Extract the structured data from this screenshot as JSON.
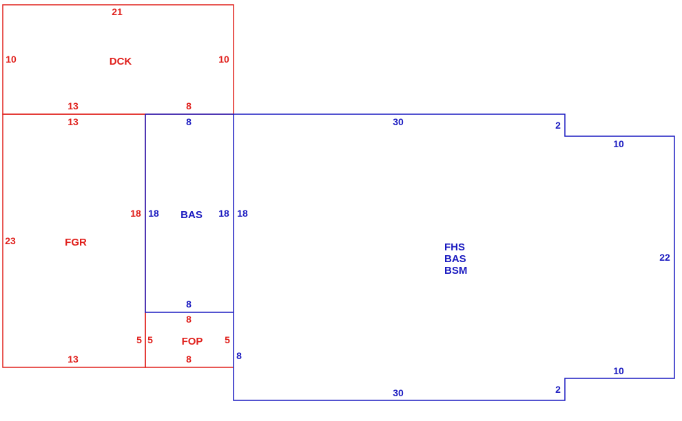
{
  "colors": {
    "red": "#e0201c",
    "blue": "#1a1ac0",
    "background": "#ffffff"
  },
  "areas": {
    "dck": {
      "label": "DCK",
      "top": "21",
      "left": "10",
      "right": "10",
      "bottom_left": "13",
      "bottom_right": "8"
    },
    "fgr": {
      "label": "FGR",
      "top": "13",
      "left": "23",
      "right": "18",
      "bottom": "13"
    },
    "bas": {
      "label": "BAS",
      "top": "8",
      "left": "18",
      "right": "18",
      "bottom": "8"
    },
    "fop": {
      "label": "FOP",
      "top": "8",
      "left": "5",
      "right": "5",
      "bottom": "8"
    },
    "main": {
      "labels": [
        "FHS",
        "BAS",
        "BSM"
      ],
      "top": "30",
      "left_upper": "18",
      "left_lower": "8",
      "notch_top": "2",
      "top_right": "10",
      "right": "22",
      "bottom_right": "10",
      "notch_bottom": "2",
      "bottom": "30"
    }
  }
}
